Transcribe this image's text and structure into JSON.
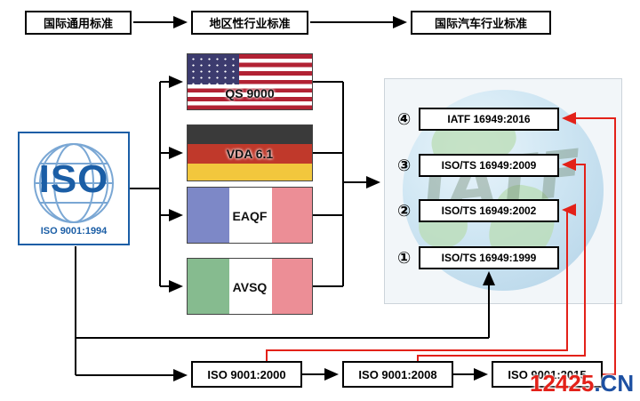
{
  "colors": {
    "iso_blue": "#1b5ea6",
    "accent_red": "#e32119",
    "watermark_red": "#e32119",
    "watermark_blue": "#1d50a2"
  },
  "top_flow": {
    "items": [
      {
        "label": "国际通用标准"
      },
      {
        "label": "地区性行业标准"
      },
      {
        "label": "国际汽车行业标准"
      }
    ]
  },
  "iso_box": {
    "title": "ISO",
    "subtitle": "ISO 9001:1994"
  },
  "flags": [
    {
      "country": "usa",
      "label": "QS 9000"
    },
    {
      "country": "germany",
      "label": "VDA 6.1"
    },
    {
      "country": "france",
      "label": "EAQF"
    },
    {
      "country": "italy",
      "label": "AVSQ"
    }
  ],
  "timeline": {
    "watermark_text": "IATF",
    "items": [
      {
        "num": "④",
        "label": "IATF 16949:2016"
      },
      {
        "num": "③",
        "label": "ISO/TS 16949:2009"
      },
      {
        "num": "②",
        "label": "ISO/TS 16949:2002"
      },
      {
        "num": "①",
        "label": "ISO/TS 16949:1999"
      }
    ]
  },
  "bottom_flow": {
    "items": [
      {
        "label": "ISO 9001:2000"
      },
      {
        "label": "ISO 9001:2008"
      },
      {
        "label": "ISO 9001:2015"
      }
    ]
  },
  "watermark": {
    "red_part": "12425",
    "blue_part": ".CN"
  }
}
